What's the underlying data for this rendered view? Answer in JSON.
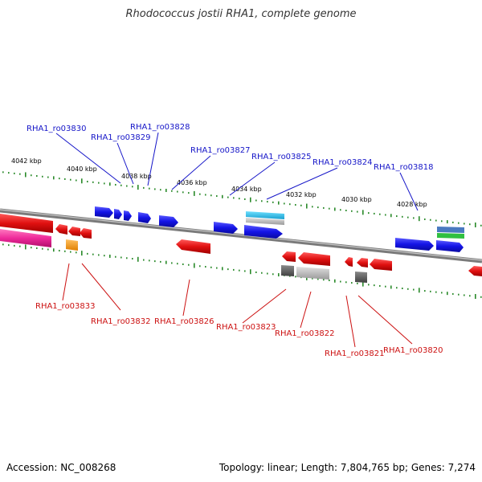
{
  "title": "Rhodococcus jostii RHA1, complete genome",
  "accession": "Accession: NC_008268",
  "topology": "Topology: linear; Length: 7,804,765 bp; Genes: 7,274",
  "colors": {
    "forward_label": "#1515c8",
    "reverse_label": "#cc1111",
    "forward_gene": "#1e1ee6",
    "reverse_gene": "#e61414",
    "tick": "#2a8a2a",
    "backbone": "#808080"
  },
  "kbp_labels": [
    "4042 kbp",
    "4040 kbp",
    "4038 kbp",
    "4036 kbp",
    "4034 kbp",
    "4032 kbp",
    "4030 kbp",
    "4028 kbp"
  ],
  "forward_genes": [
    "RHA1_ro03830",
    "RHA1_ro03829",
    "RHA1_ro03828",
    "RHA1_ro03827",
    "RHA1_ro03825",
    "RHA1_ro03824",
    "RHA1_ro03818"
  ],
  "reverse_genes": [
    "RHA1_ro03833",
    "RHA1_ro03832",
    "RHA1_ro03826",
    "RHA1_ro03823",
    "RHA1_ro03822",
    "RHA1_ro03821",
    "RHA1_ro03820"
  ]
}
